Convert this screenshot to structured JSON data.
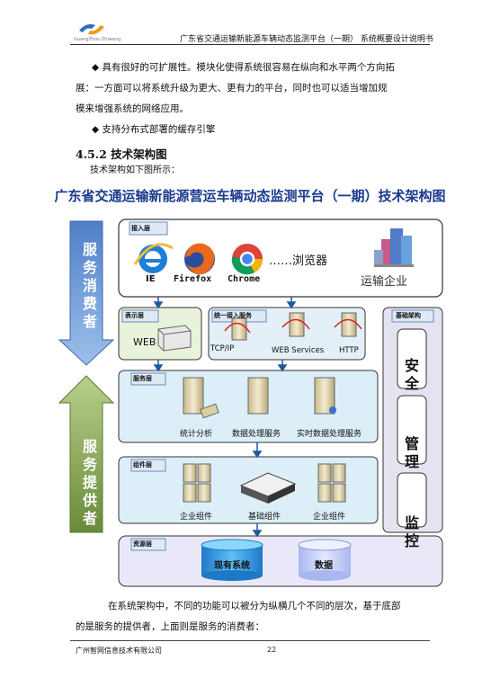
{
  "header": {
    "company_logo_text": "GuangZhou Zhiwang",
    "title": "广东省交通运输新能源车辆动态监测平台（一期） 系统概要设计说明书"
  },
  "body": {
    "bullet1_line1": "◆ 具有很好的可扩展性。模块化使得系统很容易在纵向和水平两个方向拓",
    "bullet1_line2": "展：一方面可以将系统升级为更大、更有力的平台，同时也可以适当增加规",
    "bullet1_line3": "模来增强系统的网络应用。",
    "bullet2": "◆ 支持分布式部署的缓存引擎",
    "section_heading": "4.5.2  技术架构图",
    "intro": "技术架构如下图所示：",
    "para_line1": "在系统架构中，不同的功能可以被分为纵横几个不同的层次，基于底部",
    "para_line2": "的是服务的提供者，上面则是服务的消费者："
  },
  "figure": {
    "title": "广东省交通运输新能源营运车辆动态监测平台（一期）技术架构图",
    "left_arrow_top": [
      "服",
      "务",
      "消",
      "费",
      "者"
    ],
    "left_arrow_bottom": [
      "服",
      "务",
      "提",
      "供",
      "者"
    ],
    "access_layer": {
      "label": "接入层",
      "ie": "IE",
      "firefox": "Firefox",
      "chrome": "Chrome",
      "browser": "……浏览器",
      "enterprise": "运输企业"
    },
    "display_layer": {
      "label": "表示层",
      "web": "WEB"
    },
    "unified_access": {
      "label": "统一接入服务",
      "tcp": "TCP/IP",
      "ws": "WEB Services",
      "http": "HTTP"
    },
    "service_layer": {
      "label": "服务层",
      "items": [
        "统计分析",
        "数据处理服务",
        "实时数据处理服务"
      ]
    },
    "component_layer": {
      "label": "组件层",
      "items": [
        "企业组件",
        "基础组件",
        "企业组件"
      ]
    },
    "resource_layer": {
      "label": "资源层",
      "existing": "现有系统",
      "data": "数据"
    },
    "infra": {
      "label": "基础架构",
      "security": [
        "安",
        "全"
      ],
      "management": [
        "管",
        "理"
      ],
      "monitor": [
        "监",
        "控"
      ]
    }
  },
  "footer": {
    "company": "广州智网信息技术有限公司",
    "page": "22"
  }
}
